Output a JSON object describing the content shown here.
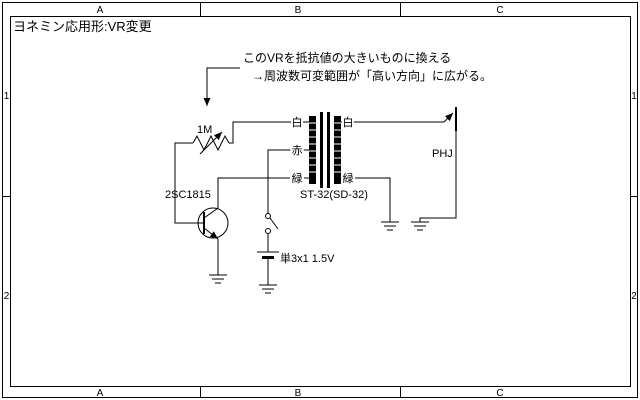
{
  "title": "ヨネミン応用形:VR変更",
  "annotation": {
    "line1": "このVRを抵抗値の大きいものに換える",
    "line2": "→周波数可変範囲が「高い方向」に広がる。"
  },
  "components": {
    "vr_label": "1M",
    "transistor_label": "2SC1815",
    "transformer_label": "ST-32(SD-32)",
    "battery_label": "単3x1 1.5V",
    "jack_label": "PHJ",
    "winding_left": [
      "白",
      "赤",
      "緑"
    ],
    "winding_right": [
      "白",
      "緑"
    ]
  },
  "frame": {
    "top_labels": [
      "A",
      "B",
      "C"
    ],
    "bottom_labels": [
      "A",
      "B",
      "C"
    ],
    "left_labels": [
      "1",
      "2"
    ],
    "right_labels": [
      "1",
      "2"
    ]
  },
  "colors": {
    "line": "#000000",
    "background": "#ffffff"
  }
}
